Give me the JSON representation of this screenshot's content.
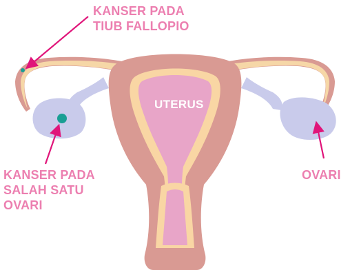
{
  "labels": {
    "fallopian_line1": "KANSER PADA",
    "fallopian_line2": "TIUB FALLOPIO",
    "ovary_cancer_line1": "KANSER PADA",
    "ovary_cancer_line2": "SALAH SATU",
    "ovary_cancer_line3": "OVARI",
    "ovary": "OVARI",
    "uterus": "UTERUS"
  },
  "colors": {
    "label_pink": "#ec7fb0",
    "arrow_magenta": "#e0157a",
    "uterus_outer": "#d99a93",
    "uterus_lining": "#f9d6a4",
    "uterus_inner": "#e8a5c8",
    "fallopian_tube": "#f6d7a7",
    "ovary": "#c9cbeb",
    "tumor": "#1a9f94"
  },
  "icons": {
    "arrow": "arrow-icon",
    "tumor": "tumor-dot-icon"
  }
}
